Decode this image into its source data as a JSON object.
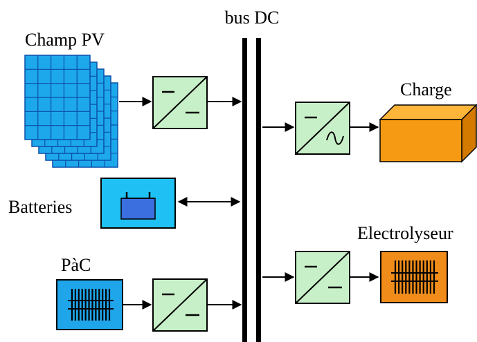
{
  "labels": {
    "bus": "bus DC",
    "pv": "Champ PV",
    "batteries": "Batteries",
    "pac": "PàC",
    "charge": "Charge",
    "electrolyseur": "Electrolyseur"
  },
  "icons": {
    "pv_panel": "solar-panel-stack-icon",
    "battery": "battery-icon",
    "fuel_cell": "fuel-cell-stack-icon",
    "load": "load-box-icon",
    "electrolyser": "electrolyser-stack-icon",
    "dc_dc": "dc-dc-converter-icon",
    "dc_ac": "dc-ac-inverter-icon"
  },
  "colors": {
    "pv_cell": "#1ea8ec",
    "pv_grid": "#0a4fa8",
    "converter_fill": "#c8f0c8",
    "battery_box": "#1fc1f5",
    "battery_body": "#3b6fe0",
    "pac_box": "#1fa5ea",
    "load_front": "#f59a12",
    "load_top": "#ffb43a",
    "load_side": "#d47a00",
    "electrolyser_box": "#f08c1a",
    "line": "#000000"
  }
}
